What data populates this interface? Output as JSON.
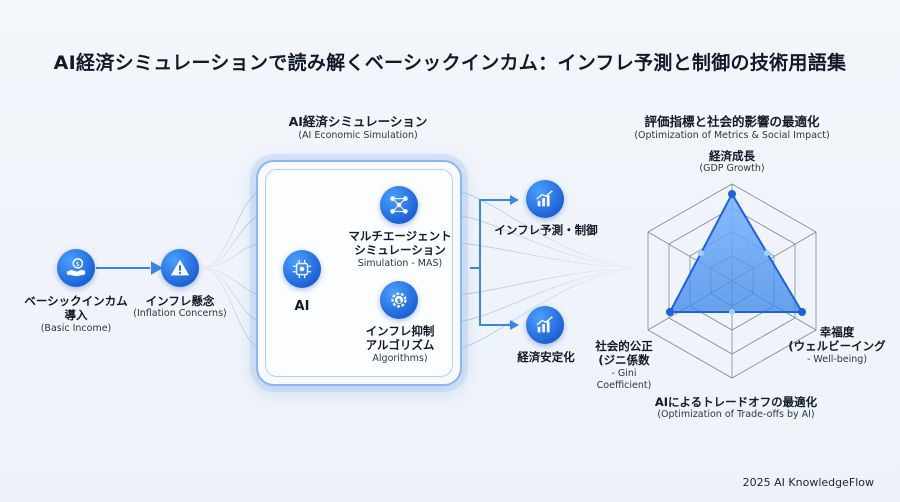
{
  "title": "AI経済シミュレーションで読み解くベーシックインカム：インフレ予測と制御の技術用語集",
  "nodes": {
    "basic_income": {
      "label_line1": "ベーシックインカム",
      "label_line2": "導入",
      "sub": "(Basic Income)",
      "icon": "money-hand-icon"
    },
    "inflation": {
      "label": "インフレ懸念",
      "sub": "(Inflation Concerns)",
      "icon": "warning-icon"
    },
    "ai": {
      "label": "AI",
      "icon": "ai-chip-icon"
    },
    "mas": {
      "label_line1": "マルチエージェント",
      "label_line2": "シミュレーション",
      "sub": "Simulation - MAS)",
      "icon": "agent-network-icon"
    },
    "algorithms": {
      "label_line1": "インフレ抑制",
      "label_line2": "アルゴリズム",
      "sub": "Algorithms)",
      "icon": "gear-dollar-icon"
    },
    "forecast": {
      "label": "インフレ予測・制御",
      "icon": "bar-chart-icon"
    },
    "stabilize": {
      "label": "経済安定化",
      "icon": "bar-chart-icon"
    }
  },
  "sim_box": {
    "title": "AI経済シミュレーション",
    "sub": "(AI Economic Simulation)"
  },
  "radar": {
    "title": "評価指標と社会的影響の最適化",
    "sub": "(Optimization of Metrics & Social Impact)",
    "gdp": {
      "label": "経済成長",
      "sub": "(GDP Growth)"
    },
    "gini": {
      "label_line1": "社会的公正",
      "label_line2": "(ジニ係数",
      "sub": "- Gini Coefficient)"
    },
    "wellbeing": {
      "label_line1": "幸福度",
      "label_line2": "(ウェルビーイング",
      "sub": "- Well-being)"
    },
    "tradeoff": {
      "label": "AIによるトレードオフの最適化",
      "sub": "(Optimization of Trade-offs by AI)"
    }
  },
  "footer": "2025 AI KnowledgeFlow",
  "colors": {
    "accent": "#1e63d6",
    "accent_light": "#4aa0ff",
    "line": "#3a86e8"
  }
}
